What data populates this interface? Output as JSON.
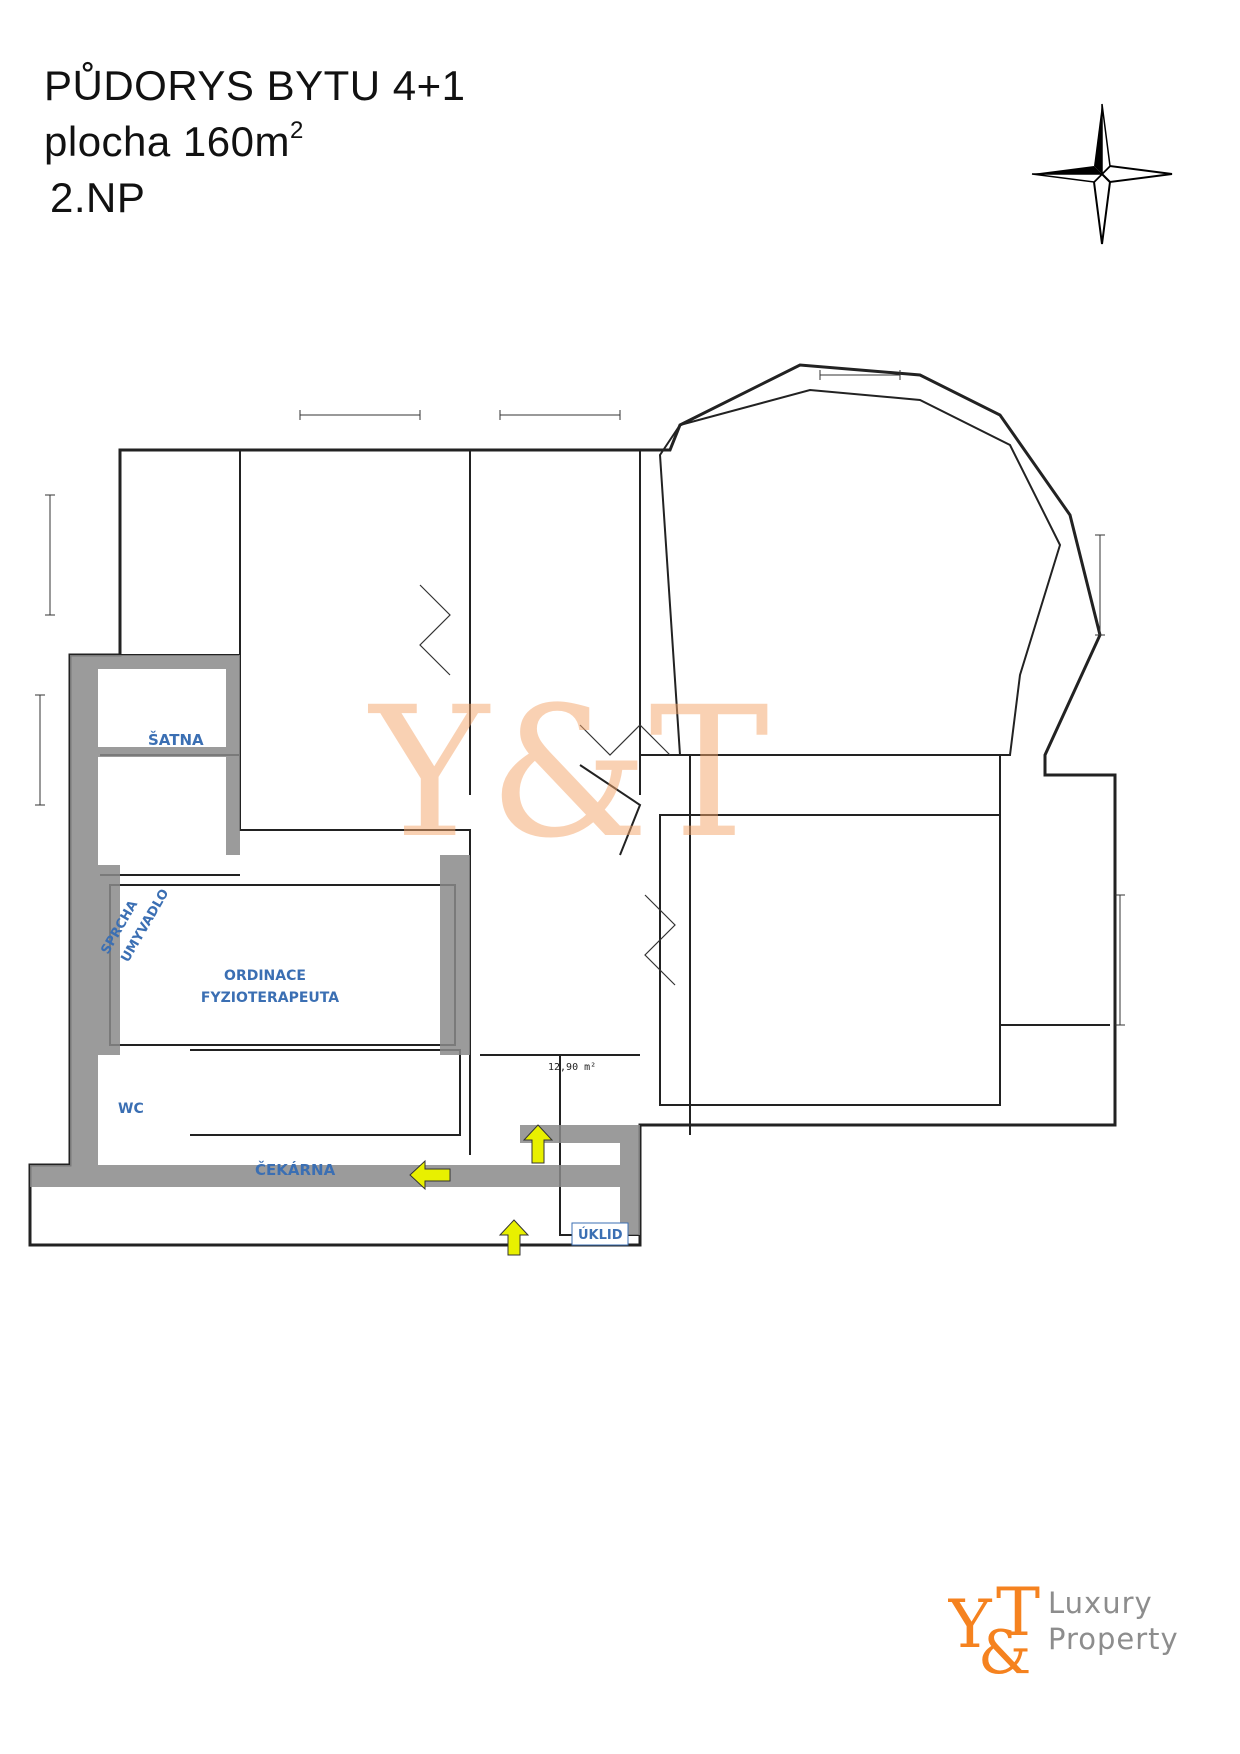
{
  "header": {
    "title": "PŮDORYS BYTU 4+1",
    "area_prefix": "plocha  160m",
    "area_sup": "2",
    "floor": "2.NP"
  },
  "rooms": {
    "satna": "ŠATNA",
    "sprcha": "SPRCHA",
    "umyvadlo": "UMYVADLO",
    "ordinace_1": "ORDINACE",
    "ordinace_2": "FYZIOTERAPEUTA",
    "wc": "WC",
    "cekarna": "ČEKÁRNA",
    "uklid": "ÚKLID"
  },
  "plan_notes": {
    "area_note": "12,90 m²"
  },
  "brand": {
    "logo_text_1": "Luxury",
    "logo_text_2": "Property",
    "logo_mark": "Y&T",
    "orange": "#f5821f",
    "grey": "#8d8d8d"
  },
  "colors": {
    "room_label": "#3b6fb3",
    "arrow": "#e8f000",
    "wall_fill": "#8a8a8a"
  }
}
